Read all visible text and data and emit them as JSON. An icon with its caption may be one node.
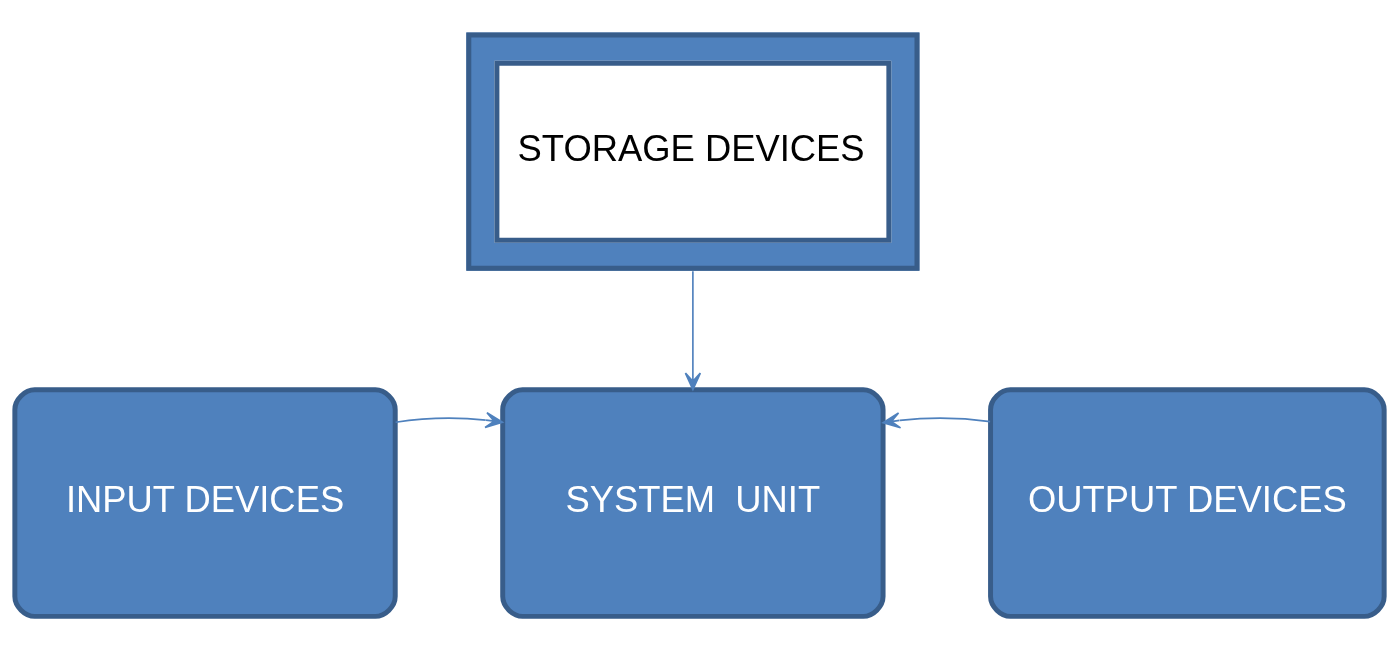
{
  "diagram": {
    "nodes": [
      {
        "text": [
          "STORAGE DEVICES"
        ]
      },
      {
        "text": [
          "INPUT DEVICES"
        ]
      },
      {
        "text": [
          "SYSTEM  UNIT"
        ]
      },
      {
        "text": [
          "OUTPUT DEVICES"
        ]
      }
    ],
    "edges": [
      {
        "from": 0,
        "to": 2,
        "arrow": "to"
      },
      {
        "from": 1,
        "to": 2,
        "arrow": "to"
      },
      {
        "from": 3,
        "to": 2,
        "arrow": "to"
      }
    ]
  }
}
